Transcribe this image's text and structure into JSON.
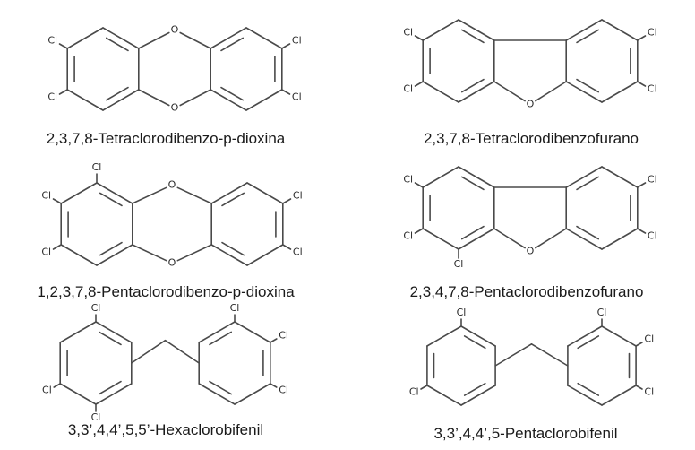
{
  "atom_labels": {
    "chlorine": "Cl",
    "oxygen": "O"
  },
  "captions": [
    "2,3,7,8-Tetraclorodibenzo-p-dioxina",
    "2,3,7,8-Tetraclorodibenzofurano",
    "1,2,3,7,8-Pentaclorodibenzo-p-dioxina",
    "2,3,4,7,8-Pentaclorodibenzofurano",
    "3,3’,4,4’,5,5’-Hexaclorobifenil",
    "3,3’,4,4’,5-Pentaclorobifenil"
  ]
}
